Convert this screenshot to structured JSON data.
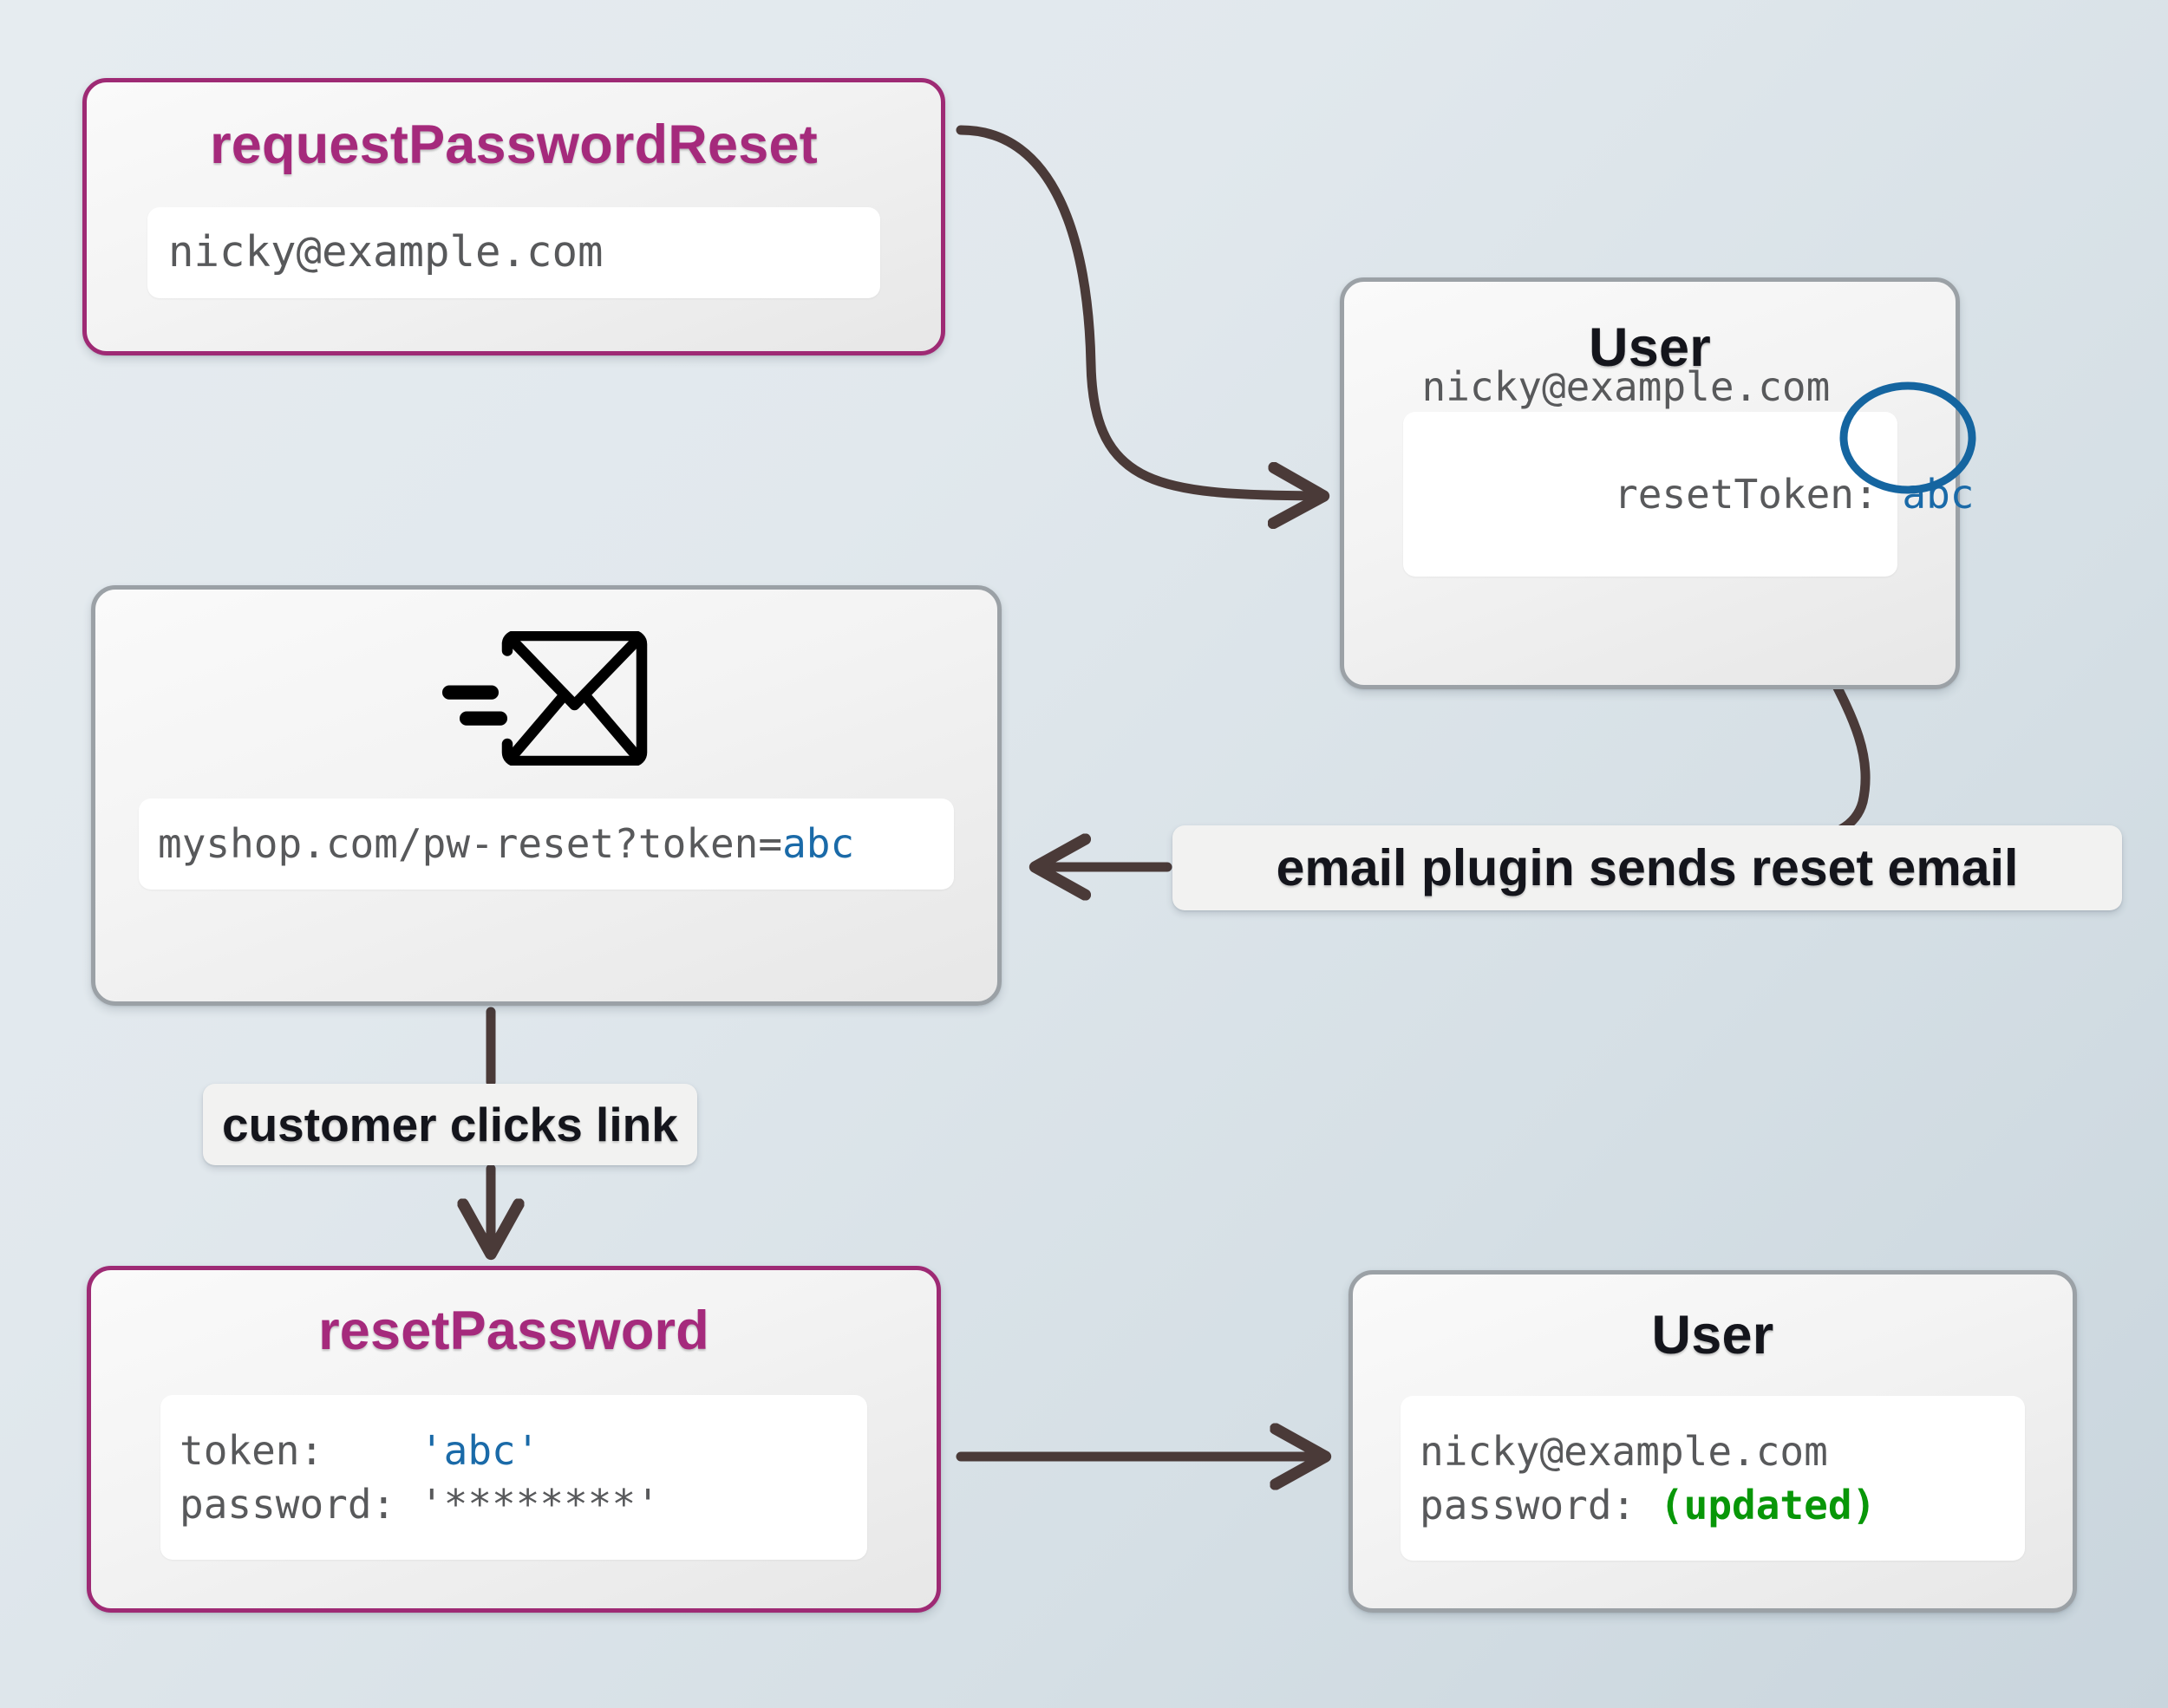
{
  "background": {
    "gradient_from": "#e6ecf0",
    "gradient_to": "#c9d5dd"
  },
  "colors": {
    "accent_plum": "#a52a7c",
    "border_plum": "#9e2a74",
    "border_gray": "#9ba1a6",
    "token_blue": "#1a6aa8",
    "updated_green": "#089708",
    "mono_gray": "#58595b",
    "edge_brown": "#4a3a38"
  },
  "nodes": {
    "request_password_reset": {
      "title": "requestPasswordReset",
      "panel_lines": [
        {
          "text": "nicky@example.com"
        }
      ]
    },
    "user_token": {
      "title": "User",
      "panel_lines": [
        {
          "text": "nicky@example.com"
        },
        {
          "label": "resetToken: ",
          "value": "abc",
          "highlight": "circled-blue"
        }
      ]
    },
    "email": {
      "icon": "sent-envelope-icon",
      "panel_lines": [
        {
          "label": "myshop.com/pw-reset?token=",
          "value": "abc"
        }
      ]
    },
    "reset_password": {
      "title": "resetPassword",
      "panel_lines": [
        {
          "label": "token:    ",
          "value": "'abc'"
        },
        {
          "text": "password: '********'"
        }
      ]
    },
    "user_updated": {
      "title": "User",
      "panel_lines": [
        {
          "text": "nicky@example.com"
        },
        {
          "label": "password: ",
          "value": "(updated)"
        }
      ]
    }
  },
  "edge_labels": {
    "email_plugin": "email plugin sends reset email",
    "customer_clicks": "customer clicks link"
  },
  "edges": [
    {
      "name": "request-to-user",
      "from": "requestPasswordReset",
      "to": "User",
      "style": "s-curve-arrow"
    },
    {
      "name": "token-to-email-label",
      "from": "User.resetToken",
      "to": "email plugin sends reset email",
      "style": "curve"
    },
    {
      "name": "email-label-to-email-card",
      "from": "email plugin sends reset email",
      "to": "email card",
      "style": "straight-arrow-left"
    },
    {
      "name": "email-to-reset-password",
      "from": "email card",
      "to": "resetPassword",
      "style": "straight-arrow-down"
    },
    {
      "name": "reset-to-user-updated",
      "from": "resetPassword",
      "to": "User",
      "style": "straight-arrow-right"
    }
  ]
}
